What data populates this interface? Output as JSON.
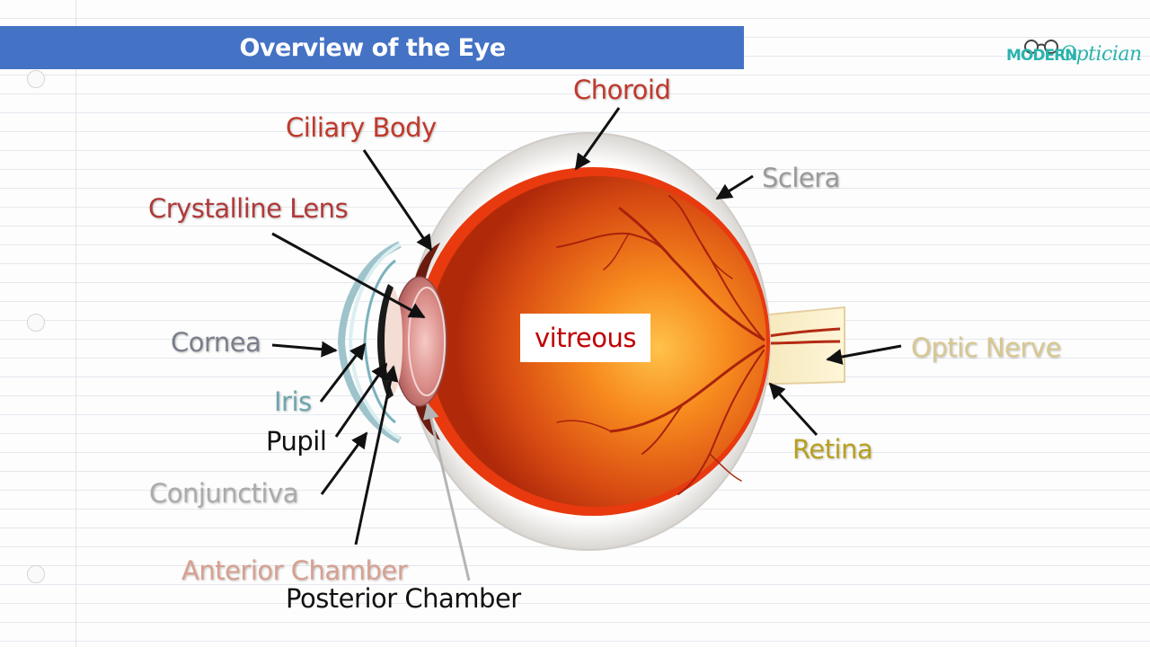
{
  "header": {
    "title": "Overview of the Eye"
  },
  "logo": {
    "part1": "MODERN",
    "part2": "Optician"
  },
  "colors": {
    "title_bar": "#4472c4",
    "choroid": "#c0392b",
    "ciliary_body": "#c0392b",
    "crystalline_lens": "#b03a3a",
    "sclera": "#9a9a9a",
    "cornea": "#7a7f8a",
    "iris": "#6fa6ae",
    "pupil": "#111111",
    "conjunctiva": "#ababab",
    "anterior_chamber": "#d8a090",
    "posterior_chamber": "#111111",
    "optic_nerve": "#d8c890",
    "retina": "#b8a020",
    "vitreous": "#c00000",
    "logo": "#2bb3ad"
  },
  "labels": {
    "choroid": "Choroid",
    "ciliary_body": "Ciliary Body",
    "crystalline_lens": "Crystalline Lens",
    "sclera": "Sclera",
    "cornea": "Cornea",
    "iris": "Iris",
    "pupil": "Pupil",
    "conjunctiva": "Conjunctiva",
    "anterior_chamber": "Anterior Chamber",
    "posterior_chamber": "Posterior Chamber",
    "optic_nerve": "Optic Nerve",
    "retina": "Retina",
    "vitreous": "vitreous"
  }
}
